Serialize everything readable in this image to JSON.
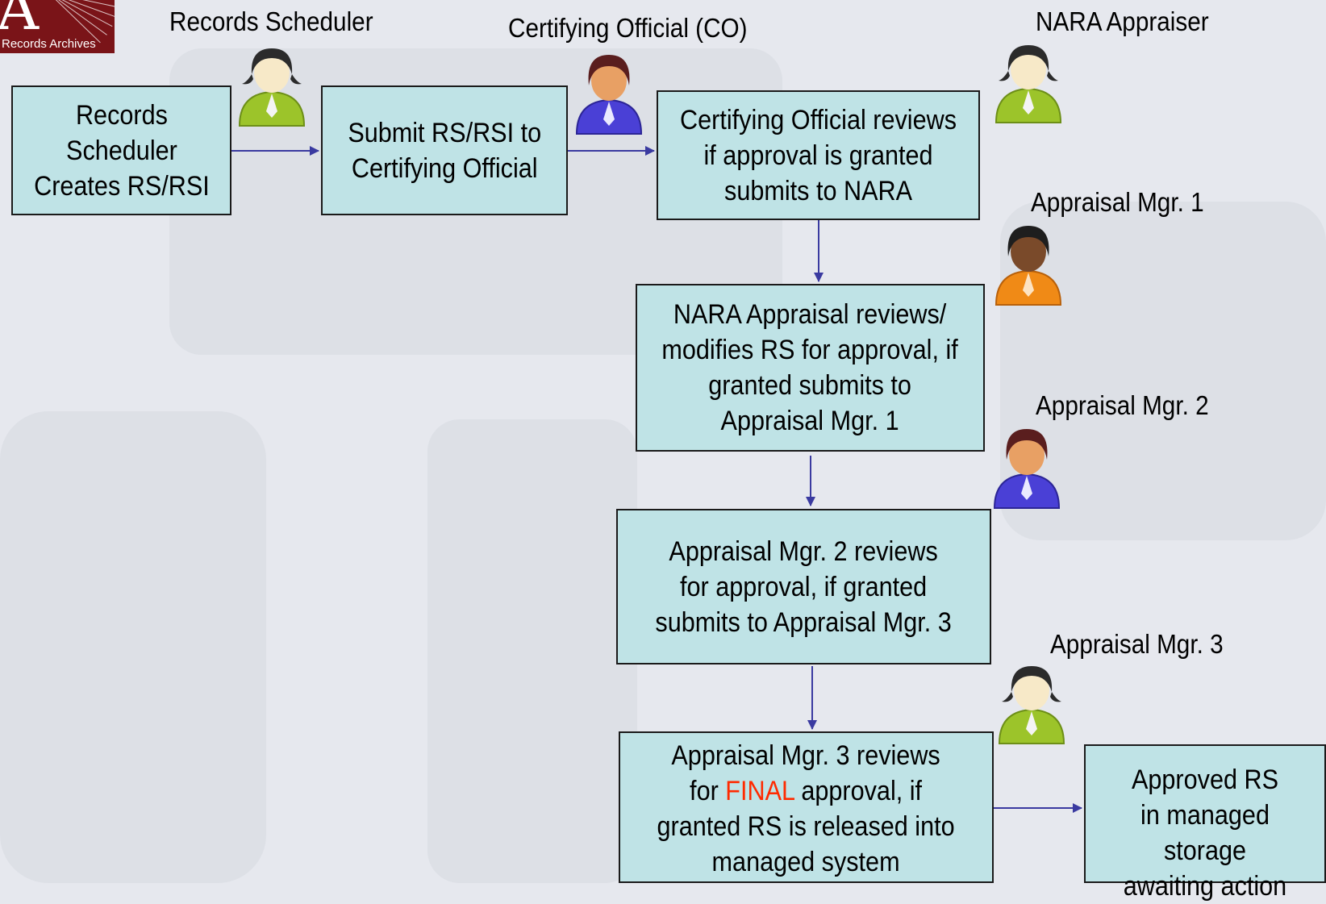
{
  "logo": {
    "caption": "Records Archives",
    "glyph": "A"
  },
  "roles": {
    "records_scheduler": "Records Scheduler",
    "certifying_official": "Certifying Official (CO)",
    "nara_appraiser": "NARA Appraiser",
    "appraisal_mgr_1": "Appraisal Mgr. 1",
    "appraisal_mgr_2": "Appraisal Mgr. 2",
    "appraisal_mgr_3": "Appraisal Mgr. 3"
  },
  "steps": {
    "create": {
      "lines": [
        "Records",
        "Scheduler",
        "Creates RS/RSI"
      ]
    },
    "submit": {
      "lines": [
        "Submit RS/RSI to",
        "Certifying Official"
      ]
    },
    "co_review": {
      "lines": [
        "Certifying Official reviews",
        "if approval is granted",
        "submits to NARA"
      ]
    },
    "nara_review": {
      "lines": [
        "NARA Appraisal reviews/",
        "modifies RS for approval, if",
        "granted submits to",
        "Appraisal Mgr. 1"
      ]
    },
    "mgr2_review": {
      "lines": [
        "Appraisal Mgr. 2 reviews",
        "for approval, if granted",
        "submits to Appraisal Mgr. 3"
      ]
    },
    "mgr3_review": {
      "line1": "Appraisal Mgr. 3 reviews",
      "line2_pre": "for ",
      "line2_final": "FINAL",
      "line2_post": " approval, if",
      "line3": "granted RS is released into",
      "line4": "managed system"
    },
    "approved": {
      "lines": [
        "Approved RS",
        "in managed storage",
        "awaiting action"
      ]
    }
  },
  "colors": {
    "box_fill": "#bfe3e6",
    "box_border": "#1a1a1a",
    "arrow": "#3a3aa0",
    "final_text": "#ff2a00",
    "logo_bg": "#7a1418"
  },
  "icons": {
    "records_scheduler": "female-user-green-icon",
    "certifying_official": "female-user-blue-icon",
    "nara_appraiser": "female-user-green-icon",
    "appraisal_mgr_1": "female-user-orange-icon",
    "appraisal_mgr_2": "female-user-blue-icon",
    "appraisal_mgr_3": "female-user-green-icon"
  }
}
